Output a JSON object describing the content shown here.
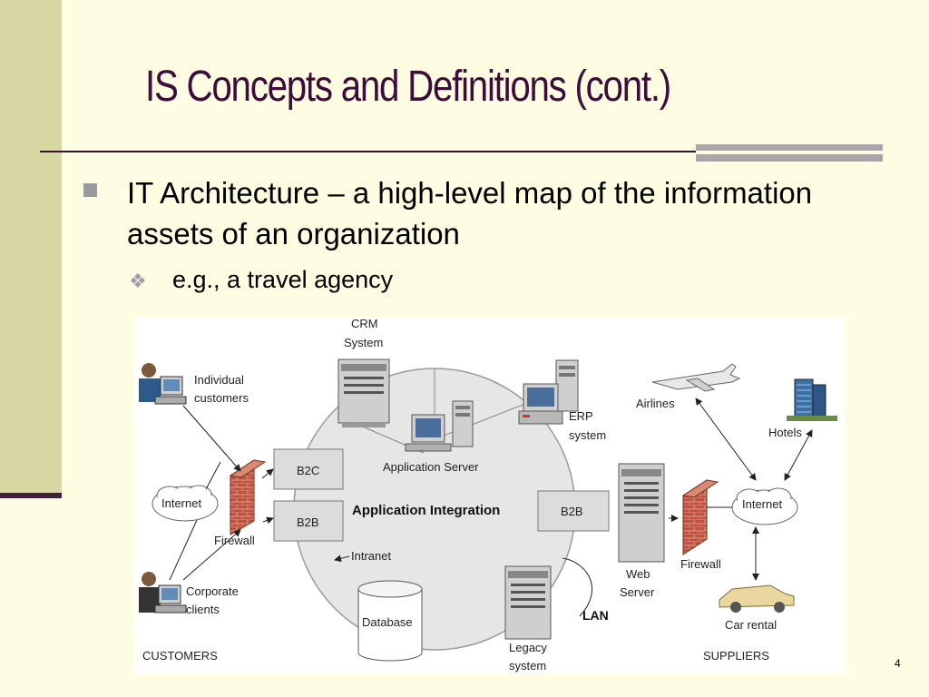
{
  "slide": {
    "title": "IS Concepts and Definitions (cont.)",
    "bullet": "IT Architecture – a high-level map of the information assets of an organization",
    "sub_bullet": "e.g., a travel agency",
    "page_number": "4"
  },
  "diagram": {
    "crm": "CRM",
    "crm2": "System",
    "individual1": "Individual",
    "individual2": "customers",
    "corporate1": "Corporate",
    "corporate2": "clients",
    "internet_left": "Internet",
    "firewall_left": "Firewall",
    "b2c": "B2C",
    "b2b_left": "B2B",
    "app_server": "Application Server",
    "app_integration": "Application Integration",
    "erp1": "ERP",
    "erp2": "system",
    "b2b_right": "B2B",
    "intranet": "Intranet",
    "database": "Database",
    "legacy1": "Legacy",
    "legacy2": "system",
    "lan": "LAN",
    "web1": "Web",
    "web2": "Server",
    "firewall_right": "Firewall",
    "internet_right": "Internet",
    "airlines": "Airlines",
    "hotels": "Hotels",
    "car_rental": "Car rental",
    "customers": "CUSTOMERS",
    "suppliers": "SUPPLIERS"
  }
}
